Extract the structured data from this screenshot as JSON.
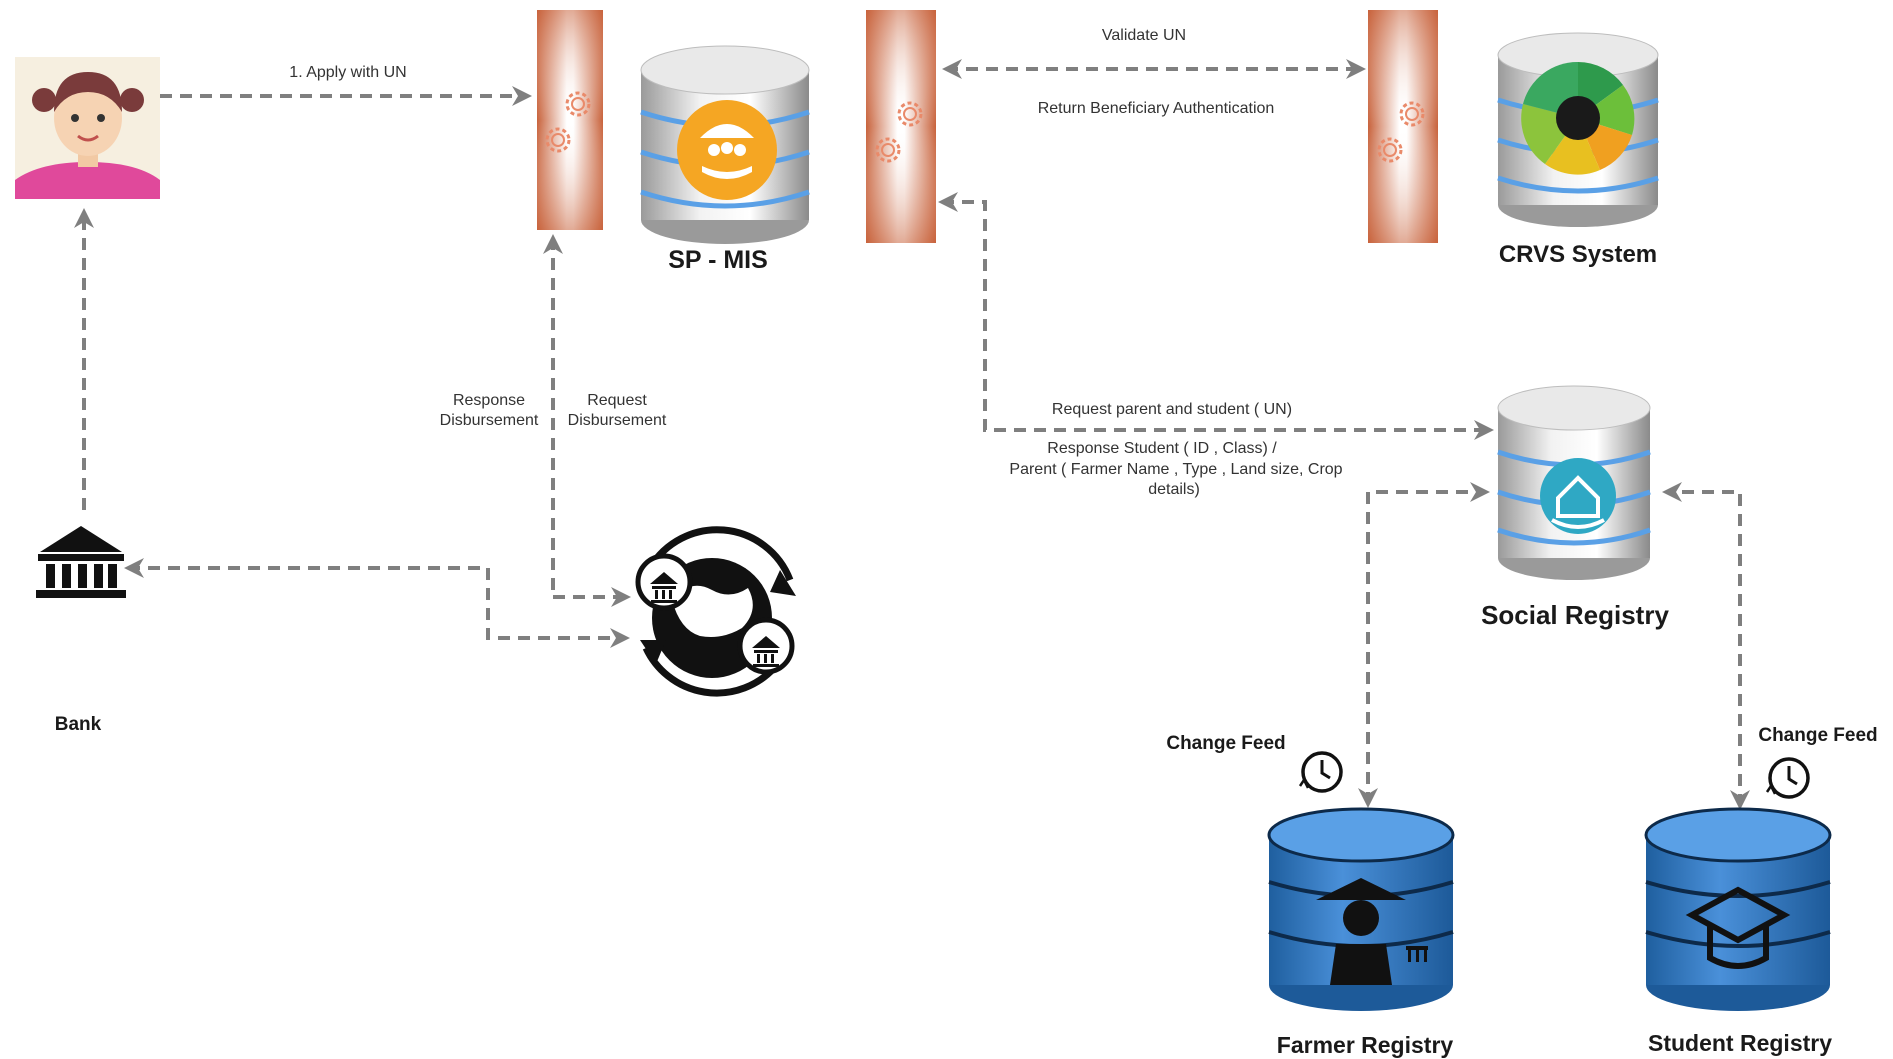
{
  "nodes": {
    "user": {
      "label": ""
    },
    "bank": {
      "label": "Bank"
    },
    "sp_mis": {
      "label": "SP - MIS"
    },
    "crvs": {
      "label": "CRVS System"
    },
    "social_registry": {
      "label": "Social Registry"
    },
    "farmer_registry": {
      "label": "Farmer Registry"
    },
    "student_registry": {
      "label": "Student Registry"
    },
    "payment_gateway": {
      "label": ""
    }
  },
  "edges": {
    "apply": "1. Apply with UN",
    "validate": "Validate UN",
    "return_auth": "Return Beneficiary Authentication",
    "response_disb_1": "Response",
    "response_disb_2": "Disbursement",
    "request_disb_1": "Request",
    "request_disb_2": "Disbursement",
    "request_parent": "Request parent and student ( UN)",
    "response_student_1": "Response Student ( ID , Class) /",
    "response_student_2": "Parent ( Farmer Name , Type , Land size, Crop",
    "response_student_3": "details)",
    "change_feed_farmer": "Change Feed",
    "change_feed_student": "Change Feed"
  },
  "icons": {
    "user": "girl-avatar-icon",
    "bank": "bank-building-icon",
    "gateway": "gear-gateway-icon",
    "sp_mis_db": "charity-database-icon",
    "crvs_db": "crvs-wheel-database-icon",
    "social_db": "home-care-database-icon",
    "farmer_db": "farmer-database-icon",
    "student_db": "graduation-cap-database-icon",
    "payments": "global-bank-transfer-icon",
    "clock": "change-feed-clock-icon"
  },
  "colors": {
    "arrow": "#7f7f7f",
    "gateway": "#c8623b",
    "db_silver": "#c9c9c9",
    "db_stripe": "#5aa0e6",
    "db_blue": "#3a80c4",
    "sp_mis_badge": "#f5a623",
    "social_badge": "#2fa8c4"
  }
}
